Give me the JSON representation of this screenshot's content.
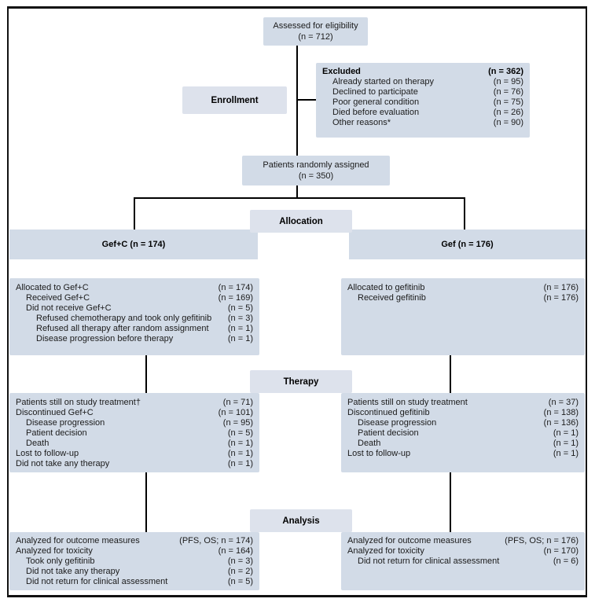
{
  "figure": {
    "type": "consort-flow-diagram",
    "stages": {
      "enrollment": "Enrollment",
      "allocation": "Allocation",
      "therapy": "Therapy",
      "analysis": "Analysis"
    },
    "assessed": {
      "line1": "Assessed for eligibility",
      "line2": "(n = 712)"
    },
    "excluded": {
      "rows": [
        {
          "label": "Excluded",
          "value": "(n = 362)"
        },
        {
          "label": "Already started on therapy",
          "value": "(n = 95)"
        },
        {
          "label": "Declined to participate",
          "value": "(n = 76)"
        },
        {
          "label": "Poor general condition",
          "value": "(n = 75)"
        },
        {
          "label": "Died before evaluation",
          "value": "(n = 26)"
        },
        {
          "label": "Other reasons*",
          "value": "(n = 90)"
        }
      ]
    },
    "randomized": {
      "line1": "Patients randomly assigned",
      "line2": "(n = 350)"
    },
    "arm_left_header": "Gef+C (n = 174)",
    "arm_right_header": "Gef (n = 176)",
    "alloc_left": {
      "rows": [
        {
          "label": "Allocated to Gef+C",
          "value": "(n = 174)"
        },
        {
          "label": "Received Gef+C",
          "value": "(n = 169)"
        },
        {
          "label": "Did not receive Gef+C",
          "value": "(n = 5)"
        },
        {
          "label": "Refused chemotherapy and took only gefitinib",
          "value": "(n = 3)"
        },
        {
          "label": "Refused all therapy after random assignment",
          "value": "(n = 1)"
        },
        {
          "label": "Disease progression before therapy",
          "value": "(n = 1)"
        }
      ]
    },
    "alloc_right": {
      "rows": [
        {
          "label": "Allocated to gefitinib",
          "value": "(n = 176)"
        },
        {
          "label": "Received gefitinib",
          "value": "(n = 176)"
        }
      ]
    },
    "therapy_left": {
      "rows": [
        {
          "label": "Patients still on study treatment†",
          "value": "(n = 71)"
        },
        {
          "label": "Discontinued Gef+C",
          "value": "(n = 101)"
        },
        {
          "label": "Disease progression",
          "value": "(n = 95)"
        },
        {
          "label": "Patient decision",
          "value": "(n = 5)"
        },
        {
          "label": "Death",
          "value": "(n = 1)"
        },
        {
          "label": "Lost to follow-up",
          "value": "(n = 1)"
        },
        {
          "label": "Did not take any therapy",
          "value": "(n = 1)"
        }
      ]
    },
    "therapy_right": {
      "rows": [
        {
          "label": "Patients still on study treatment",
          "value": "(n = 37)"
        },
        {
          "label": "Discontinued gefitinib",
          "value": "(n = 138)"
        },
        {
          "label": "Disease progression",
          "value": "(n = 136)"
        },
        {
          "label": "Patient decision",
          "value": "(n = 1)"
        },
        {
          "label": "Death",
          "value": "(n = 1)"
        },
        {
          "label": "Lost to follow-up",
          "value": "(n = 1)"
        }
      ]
    },
    "analysis_left": {
      "rows": [
        {
          "label": "Analyzed for outcome measures",
          "value": "(PFS, OS; n = 174)"
        },
        {
          "label": "Analyzed for toxicity",
          "value": "(n = 164)"
        },
        {
          "label": "Took only gefitinib",
          "value": "(n = 3)"
        },
        {
          "label": "Did not take any therapy",
          "value": "(n = 2)"
        },
        {
          "label": "Did not return for clinical assessment",
          "value": "(n = 5)"
        }
      ]
    },
    "analysis_right": {
      "rows": [
        {
          "label": "Analyzed for outcome measures",
          "value": "(PFS, OS; n = 176)"
        },
        {
          "label": "Analyzed for toxicity",
          "value": "(n = 170)"
        },
        {
          "label": "Did not return for clinical assessment",
          "value": "(n = 6)"
        }
      ]
    }
  },
  "colors": {
    "box_fill": "#d2dbe7",
    "label_fill": "#dde2ec",
    "line": "#000000",
    "border": "#111111",
    "text": "#1b1b1b"
  }
}
